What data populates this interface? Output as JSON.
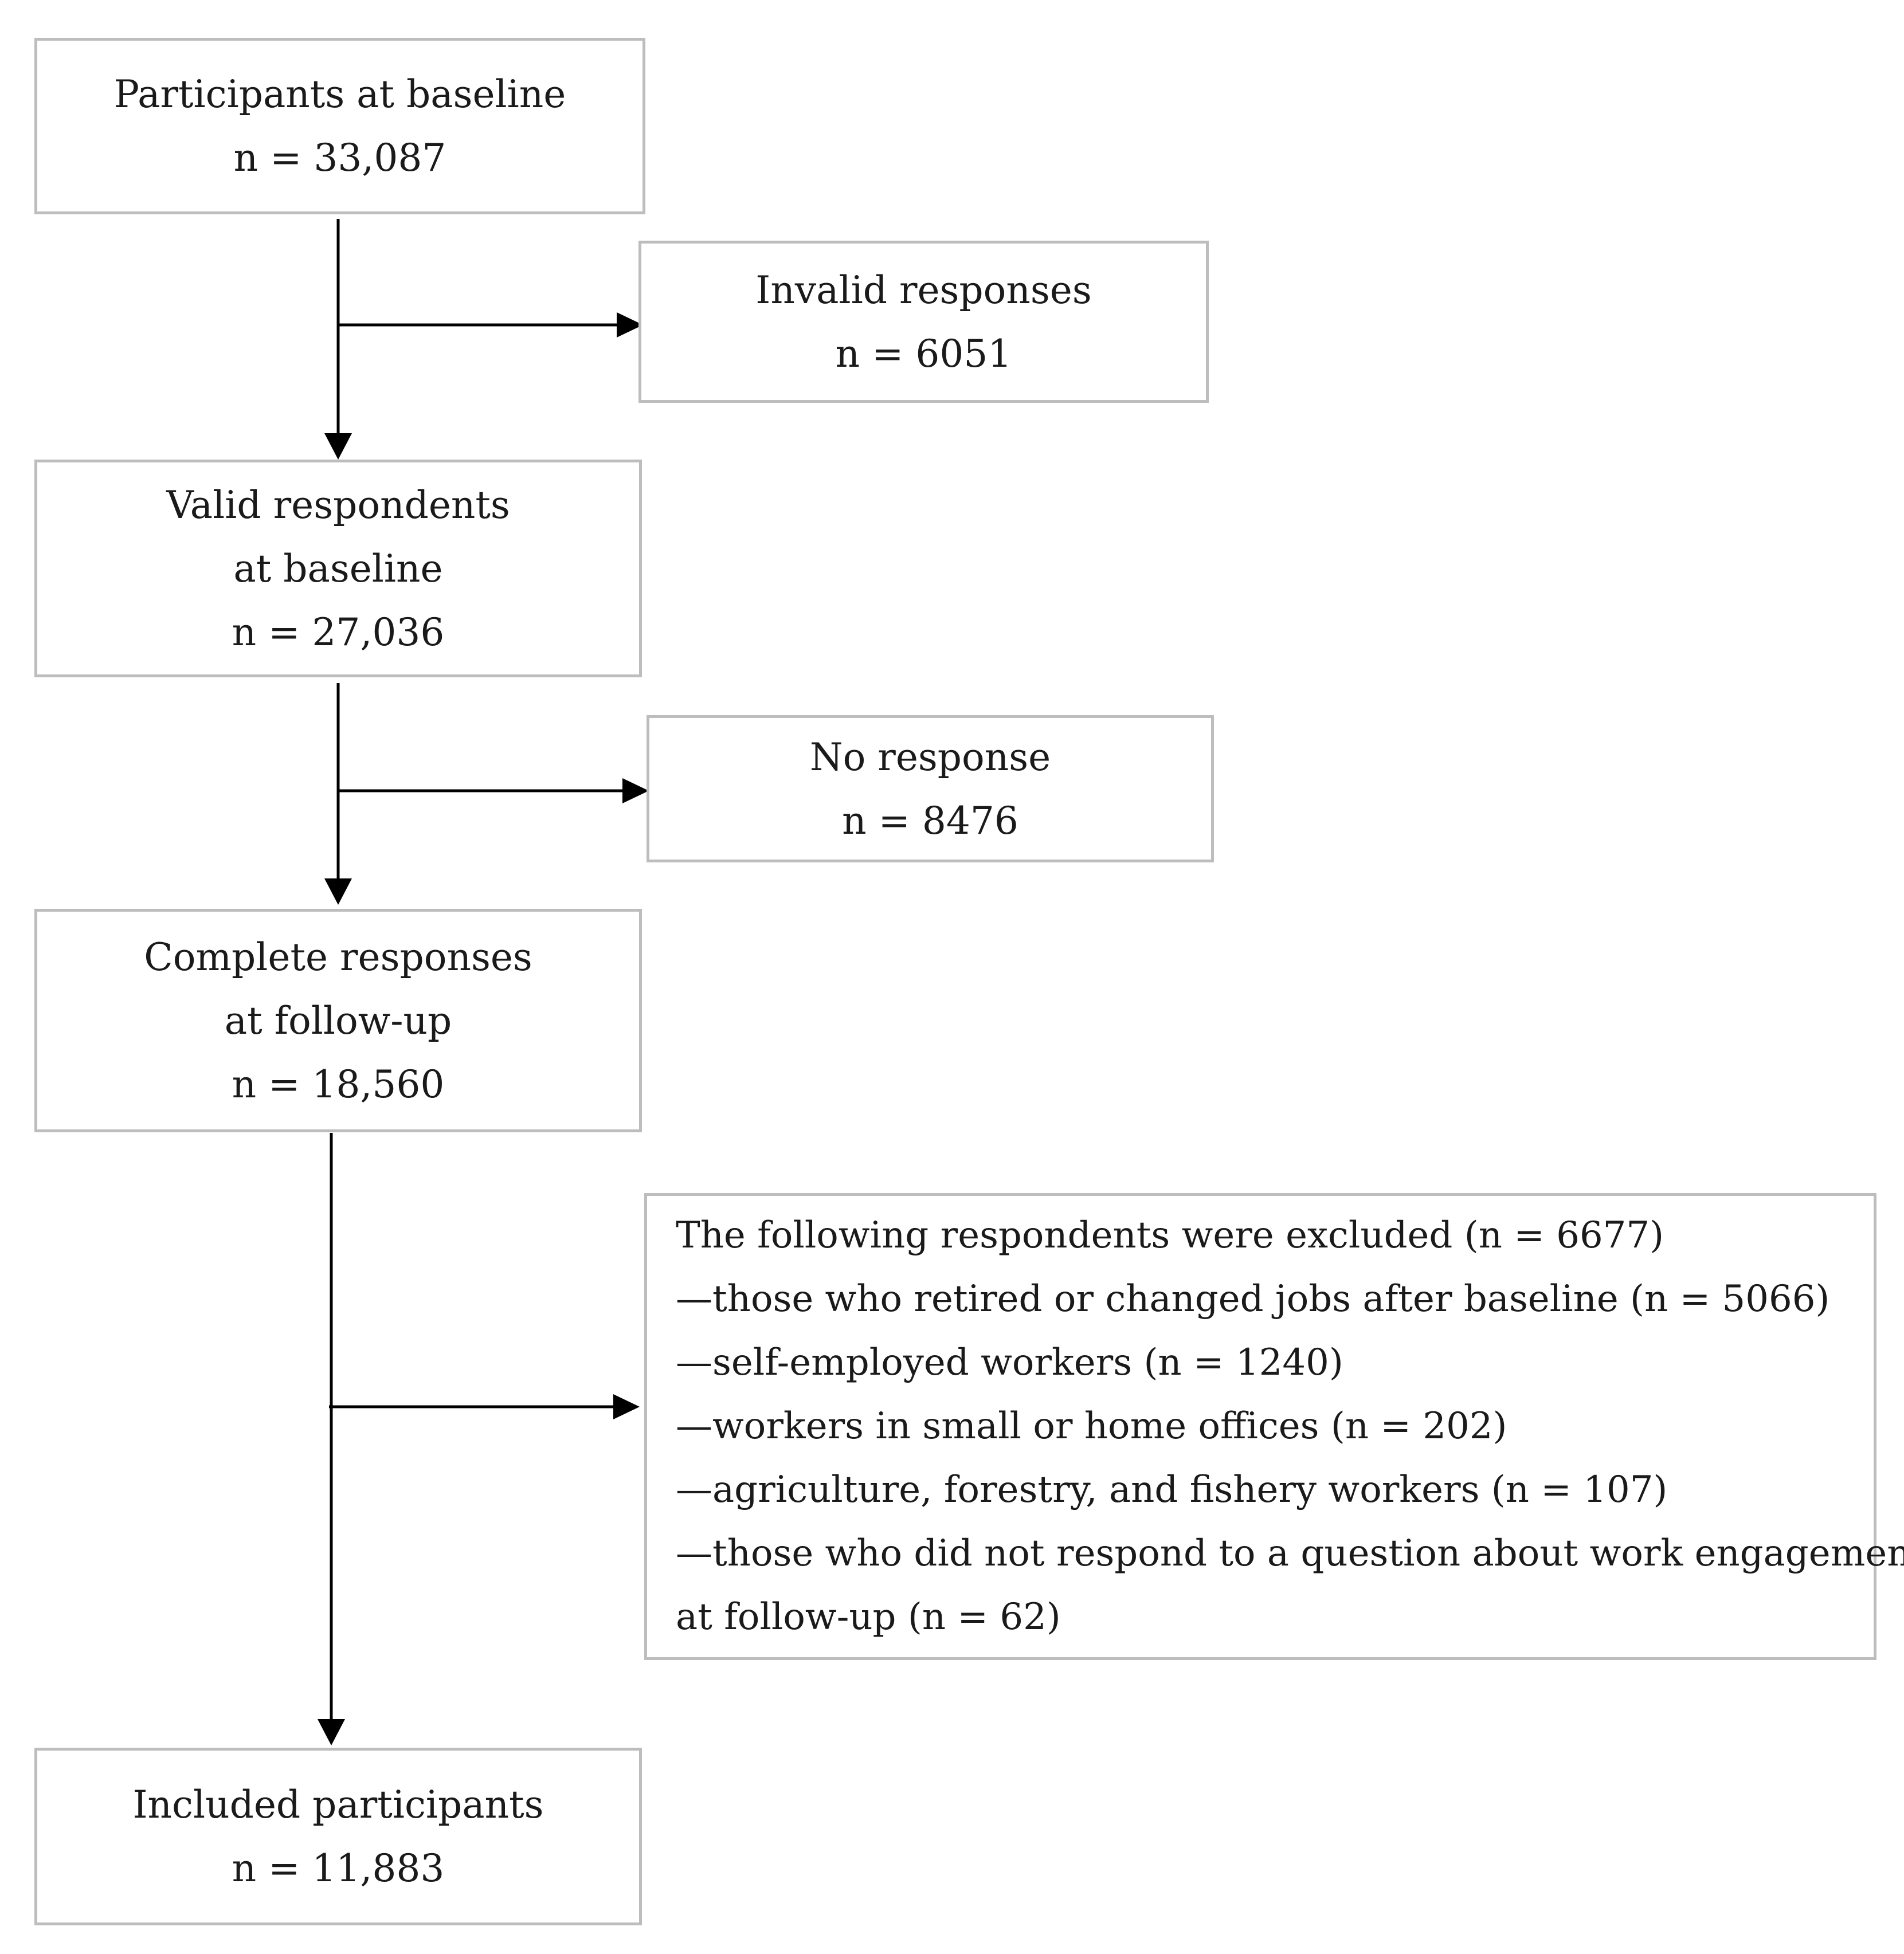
{
  "boxes": {
    "baseline": {
      "title": "Participants at baseline",
      "count": "n = 33,087"
    },
    "invalid": {
      "title": "Invalid responses",
      "count": "n = 6051"
    },
    "valid": {
      "title_line1": "Valid respondents",
      "title_line2": "at baseline",
      "count": "n = 27,036"
    },
    "no_response": {
      "title": "No response",
      "count": "n = 8476"
    },
    "complete": {
      "title_line1": "Complete responses",
      "title_line2": "at follow-up",
      "count": "n = 18,560"
    },
    "excluded": {
      "header": "The following respondents were excluded (n = 6677)",
      "items": [
        "—those who retired or changed jobs after baseline (n = 5066)",
        "—self-employed workers (n = 1240)",
        "—workers in small or home offices (n = 202)",
        "—agriculture, forestry, and fishery workers (n = 107)",
        "—those who did not respond to a question about work engagement",
        "at follow-up (n = 62)"
      ]
    },
    "included": {
      "title": "Included participants",
      "count": "n = 11,883"
    }
  },
  "colors": {
    "box_border": "#bdbdbd",
    "arrow": "#000000",
    "text": "#1a1a1a"
  }
}
